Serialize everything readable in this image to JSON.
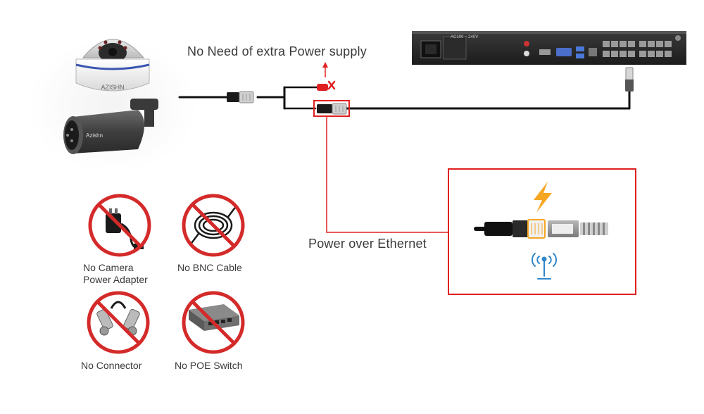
{
  "labels": {
    "no_extra_power": "No Need of extra Power supply",
    "poe": "Power over Ethernet"
  },
  "nvr": {
    "voltage_text": "AC100 ~ 240V"
  },
  "cameras": {
    "dome_brand": "AZISHN",
    "bullet_brand": "Azishn"
  },
  "not_needed": [
    {
      "line1": "No Camera",
      "line2": "Power Adapter"
    },
    {
      "line1": "No BNC Cable",
      "line2": ""
    },
    {
      "line1": "No Connector",
      "line2": ""
    },
    {
      "line1": "No POE Switch",
      "line2": ""
    }
  ],
  "colors": {
    "red": "#e02020",
    "cable": "#111111",
    "bolt": "#f5a623",
    "antenna": "#2f86c9",
    "text": "#3a3a3a"
  },
  "icons": {
    "bolt": "lightning-bolt-icon",
    "antenna": "wifi-antenna-icon",
    "prohibited": "prohibited-sign-icon",
    "up_arrow": "up-arrow-icon",
    "cross": "x-mark-icon"
  }
}
